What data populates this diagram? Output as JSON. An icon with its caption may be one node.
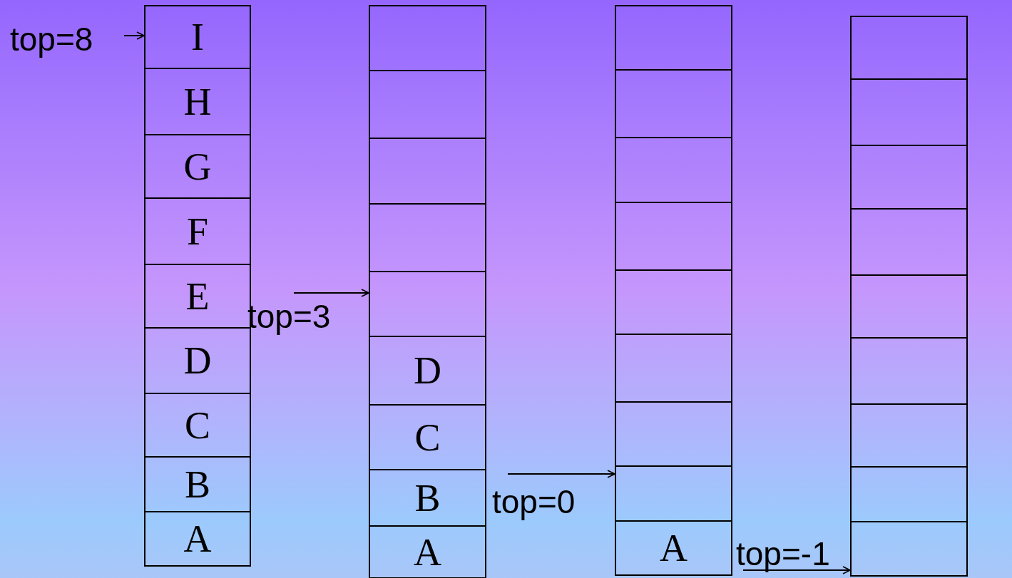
{
  "diagram": {
    "nodes": [
      {
        "text": [
          "top=8"
        ]
      },
      {
        "text": [
          "I"
        ]
      },
      {
        "text": [
          "H"
        ]
      },
      {
        "text": [
          "G"
        ]
      },
      {
        "text": [
          "F"
        ]
      },
      {
        "text": [
          "E"
        ]
      },
      {
        "text": [
          "D"
        ]
      },
      {
        "text": [
          "C"
        ]
      },
      {
        "text": [
          "B"
        ]
      },
      {
        "text": [
          "A"
        ]
      },
      {
        "text": [
          "top=3"
        ]
      },
      {
        "text": [],
        "shape": "box"
      },
      {
        "text": [],
        "shape": "box"
      },
      {
        "text": [],
        "shape": "box"
      },
      {
        "text": [],
        "shape": "box"
      },
      {
        "text": [],
        "shape": "box"
      },
      {
        "text": [
          "D"
        ]
      },
      {
        "text": [
          "C"
        ]
      },
      {
        "text": [
          "B"
        ]
      },
      {
        "text": [
          "A"
        ]
      },
      {
        "text": [
          "top=0"
        ]
      },
      {
        "text": [],
        "shape": "box"
      },
      {
        "text": [],
        "shape": "box"
      },
      {
        "text": [],
        "shape": "box"
      },
      {
        "text": [],
        "shape": "box"
      },
      {
        "text": [],
        "shape": "box"
      },
      {
        "text": [],
        "shape": "box"
      },
      {
        "text": [],
        "shape": "box"
      },
      {
        "text": [],
        "shape": "box"
      },
      {
        "text": [
          "A"
        ]
      },
      {
        "text": [
          "top=-1"
        ]
      },
      {
        "text": [],
        "shape": "box"
      },
      {
        "text": [],
        "shape": "box"
      },
      {
        "text": [],
        "shape": "box"
      },
      {
        "text": [],
        "shape": "box"
      },
      {
        "text": [],
        "shape": "box"
      },
      {
        "text": [],
        "shape": "box"
      },
      {
        "text": [],
        "shape": "box"
      },
      {
        "text": [],
        "shape": "box"
      },
      {
        "text": [],
        "shape": "box"
      }
    ],
    "edges": [
      {
        "from": 0,
        "to": 1,
        "arrow": "to"
      },
      {
        "from": 10,
        "to": 15,
        "arrow": "to"
      },
      {
        "from": 20,
        "to": 28,
        "arrow": "to"
      },
      {
        "from": 30,
        "to": 39,
        "arrow": "to"
      }
    ]
  }
}
